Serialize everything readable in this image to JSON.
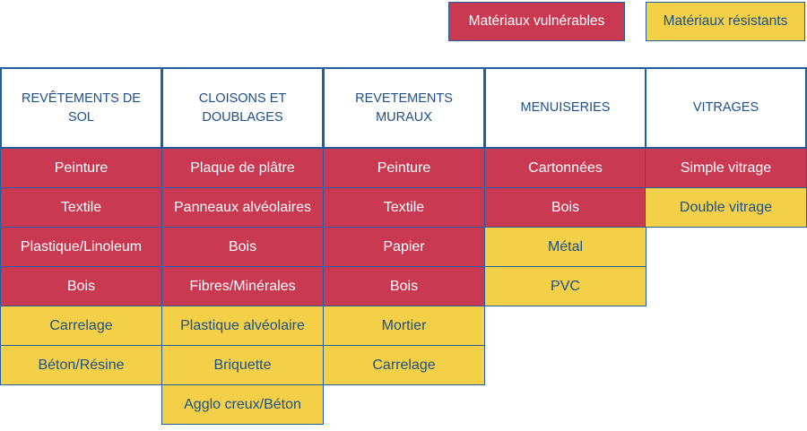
{
  "legend": {
    "vulnerable": {
      "label": "Matériaux vulnérables",
      "color": "#c93a52"
    },
    "resistant": {
      "label": "Matériaux résistants",
      "color": "#f3d048"
    }
  },
  "columns": [
    {
      "header": "REVÊTEMENTS DE SOL",
      "items": [
        {
          "label": "Peinture",
          "category": "vulnerable"
        },
        {
          "label": "Textile",
          "category": "vulnerable"
        },
        {
          "label": "Plastique/Linoleum",
          "category": "vulnerable"
        },
        {
          "label": "Bois",
          "category": "vulnerable"
        },
        {
          "label": "Carrelage",
          "category": "resistant"
        },
        {
          "label": "Béton/Résine",
          "category": "resistant"
        }
      ]
    },
    {
      "header": "CLOISONS ET DOUBLAGES",
      "items": [
        {
          "label": "Plaque de plâtre",
          "category": "vulnerable"
        },
        {
          "label": "Panneaux alvéolaires",
          "category": "vulnerable"
        },
        {
          "label": "Bois",
          "category": "vulnerable"
        },
        {
          "label": "Fibres/Minérales",
          "category": "vulnerable"
        },
        {
          "label": "Plastique alvéolaire",
          "category": "resistant"
        },
        {
          "label": "Briquette",
          "category": "resistant"
        },
        {
          "label": "Agglo creux/Béton",
          "category": "resistant"
        }
      ]
    },
    {
      "header": "REVETEMENTS MURAUX",
      "items": [
        {
          "label": "Peinture",
          "category": "vulnerable"
        },
        {
          "label": "Textile",
          "category": "vulnerable"
        },
        {
          "label": "Papier",
          "category": "vulnerable"
        },
        {
          "label": "Bois",
          "category": "vulnerable"
        },
        {
          "label": "Mortier",
          "category": "resistant"
        },
        {
          "label": "Carrelage",
          "category": "resistant"
        }
      ]
    },
    {
      "header": "MENUISERIES",
      "items": [
        {
          "label": "Cartonnées",
          "category": "vulnerable"
        },
        {
          "label": "Bois",
          "category": "vulnerable"
        },
        {
          "label": "Métal",
          "category": "resistant"
        },
        {
          "label": "PVC",
          "category": "resistant"
        }
      ]
    },
    {
      "header": "VITRAGES",
      "items": [
        {
          "label": "Simple vitrage",
          "category": "vulnerable"
        },
        {
          "label": "Double vitrage",
          "category": "resistant"
        }
      ]
    }
  ]
}
